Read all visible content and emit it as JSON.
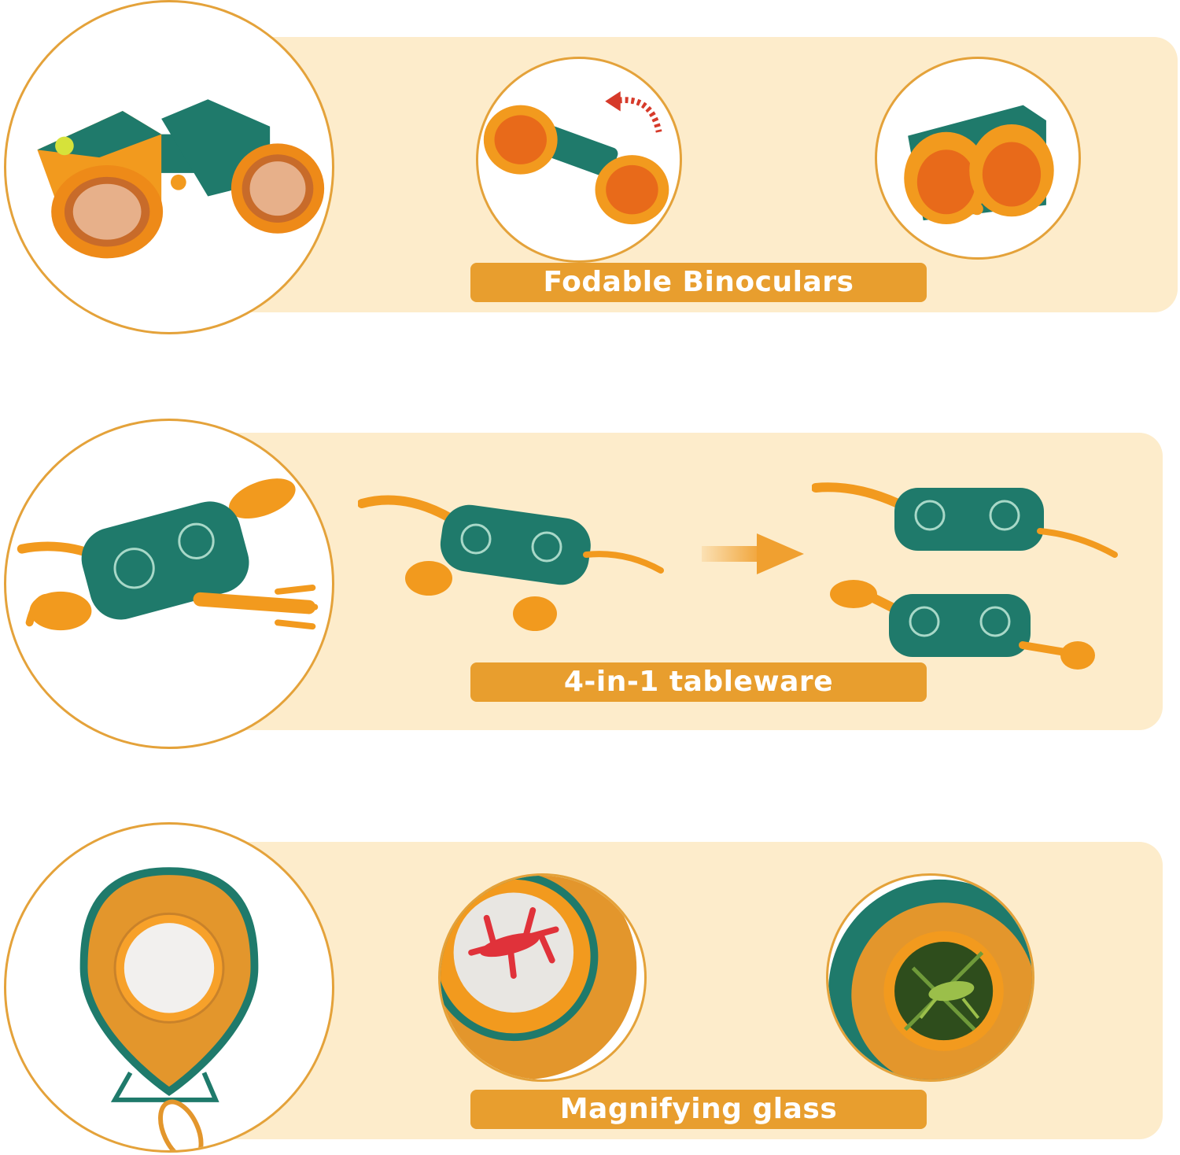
{
  "sections": [
    {
      "label": "Fodable Binoculars"
    },
    {
      "label": "4-in-1 tableware"
    },
    {
      "label": "Magnifying glass"
    }
  ],
  "colors": {
    "panel": "#fdeccb",
    "label_bg": "#e89e2e",
    "circle_border": "#e4a23a",
    "toy_orange": "#f29a1e",
    "toy_green": "#1f7a6b",
    "arrow": "#f0a030"
  }
}
